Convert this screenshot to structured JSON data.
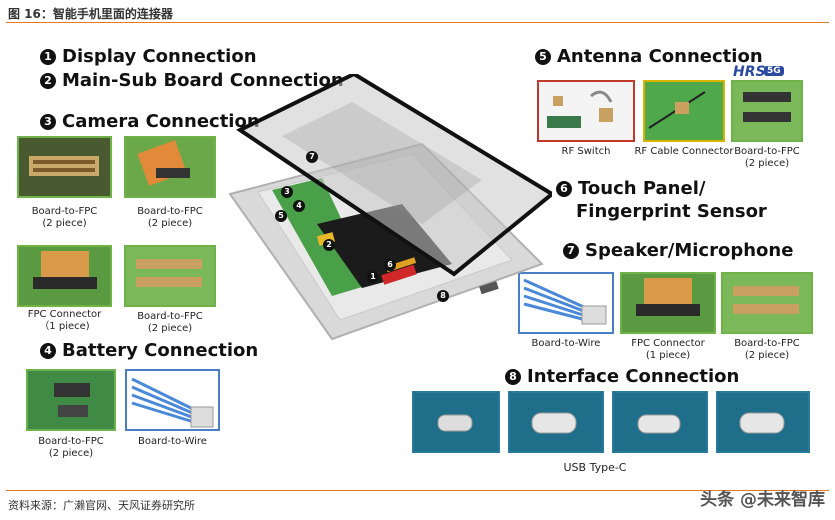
{
  "figure_title": "图 16：智能手机里面的连接器",
  "sections": {
    "display": {
      "num": "1",
      "title": "Display Connection"
    },
    "mainsub": {
      "num": "2",
      "title": "Main-Sub Board Connection"
    },
    "camera": {
      "num": "3",
      "title": "Camera Connection"
    },
    "battery": {
      "num": "4",
      "title": "Battery Connection"
    },
    "antenna": {
      "num": "5",
      "title": "Antenna Connection"
    },
    "touch": {
      "num": "6",
      "title_line1": "Touch Panel/",
      "title_line2": "Fingerprint Sensor"
    },
    "speaker": {
      "num": "7",
      "title": "Speaker/Microphone"
    },
    "interface": {
      "num": "8",
      "title": "Interface Connection"
    }
  },
  "camera_items": [
    {
      "line1": "Board-to-FPC",
      "line2": "(2 piece)"
    },
    {
      "line1": "Board-to-FPC",
      "line2": "(2 piece)"
    },
    {
      "line1": "FPC Connector",
      "line2": "（1 piece)"
    },
    {
      "line1": "Board-to-FPC",
      "line2": "(2 piece)"
    }
  ],
  "battery_items": [
    {
      "line1": "Board-to-FPC",
      "line2": "(2 piece)"
    },
    {
      "line1": "Board-to-Wire",
      "line2": ""
    }
  ],
  "antenna_items": [
    {
      "line1": "RF Switch",
      "line2": ""
    },
    {
      "line1": "RF Cable Connector",
      "line2": ""
    },
    {
      "line1": "Board-to-FPC",
      "line2": "(2 piece)"
    }
  ],
  "speaker_items": [
    {
      "line1": "Board-to-Wire",
      "line2": ""
    },
    {
      "line1": "FPC Connector",
      "line2": "(1 piece)"
    },
    {
      "line1": "Board-to-FPC",
      "line2": "(2 piece)"
    }
  ],
  "interface_caption": "USB Type-C",
  "brand_badge": "HRS",
  "badge_5g": "5G",
  "phone_markers": [
    "7",
    "3",
    "4",
    "5",
    "2",
    "6",
    "1",
    "8"
  ],
  "source": "资料来源：广濑官网、天风证券研究所",
  "watermark": "头条 @未来智库",
  "colors": {
    "accent_rule": "#e07a2a",
    "green_frame": "#6fb24a",
    "blue_frame": "#4a7fc7",
    "red_frame": "#c0392b"
  }
}
